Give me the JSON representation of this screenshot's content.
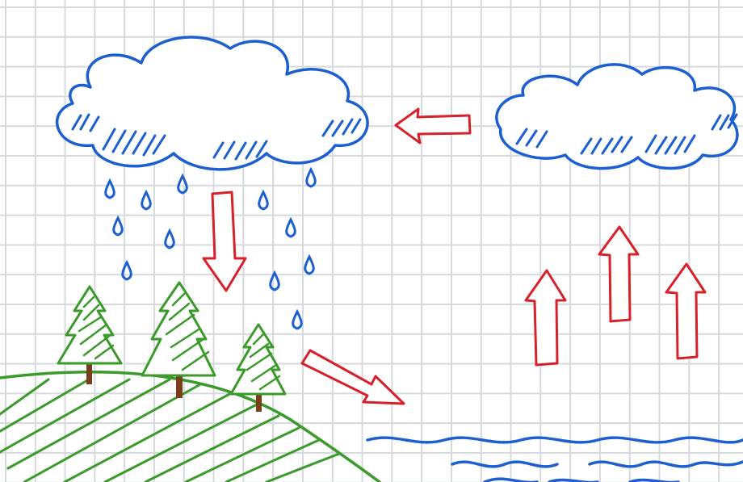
{
  "diagram": {
    "subject": "water-cycle",
    "colors": {
      "grid": "#d6d9dd",
      "cloud": "#1c5fd0",
      "rain": "#1c5fd0",
      "arrow": "#d8202a",
      "tree": "#3a9a2a",
      "trunk": "#7a3f1a",
      "hill": "#3a9a2a",
      "water": "#1c5fd0"
    },
    "nodes": [
      {
        "id": "rain-cloud",
        "kind": "cloud"
      },
      {
        "id": "vapor-cloud",
        "kind": "cloud"
      },
      {
        "id": "rain-drops",
        "kind": "precipitation"
      },
      {
        "id": "forest-hill",
        "kind": "land"
      },
      {
        "id": "water-body",
        "kind": "water"
      }
    ],
    "arrows": [
      {
        "id": "condensation-arrow",
        "from": "vapor-cloud",
        "to": "rain-cloud",
        "direction": "left"
      },
      {
        "id": "precipitation-arrow",
        "from": "rain-cloud",
        "to": "forest-hill",
        "direction": "down"
      },
      {
        "id": "runoff-arrow",
        "from": "forest-hill",
        "to": "water-body",
        "direction": "down-right"
      },
      {
        "id": "evaporation-arrow-1",
        "from": "water-body",
        "to": "vapor-cloud",
        "direction": "up"
      },
      {
        "id": "evaporation-arrow-2",
        "from": "water-body",
        "to": "vapor-cloud",
        "direction": "up"
      },
      {
        "id": "evaporation-arrow-3",
        "from": "water-body",
        "to": "vapor-cloud",
        "direction": "up"
      }
    ]
  }
}
